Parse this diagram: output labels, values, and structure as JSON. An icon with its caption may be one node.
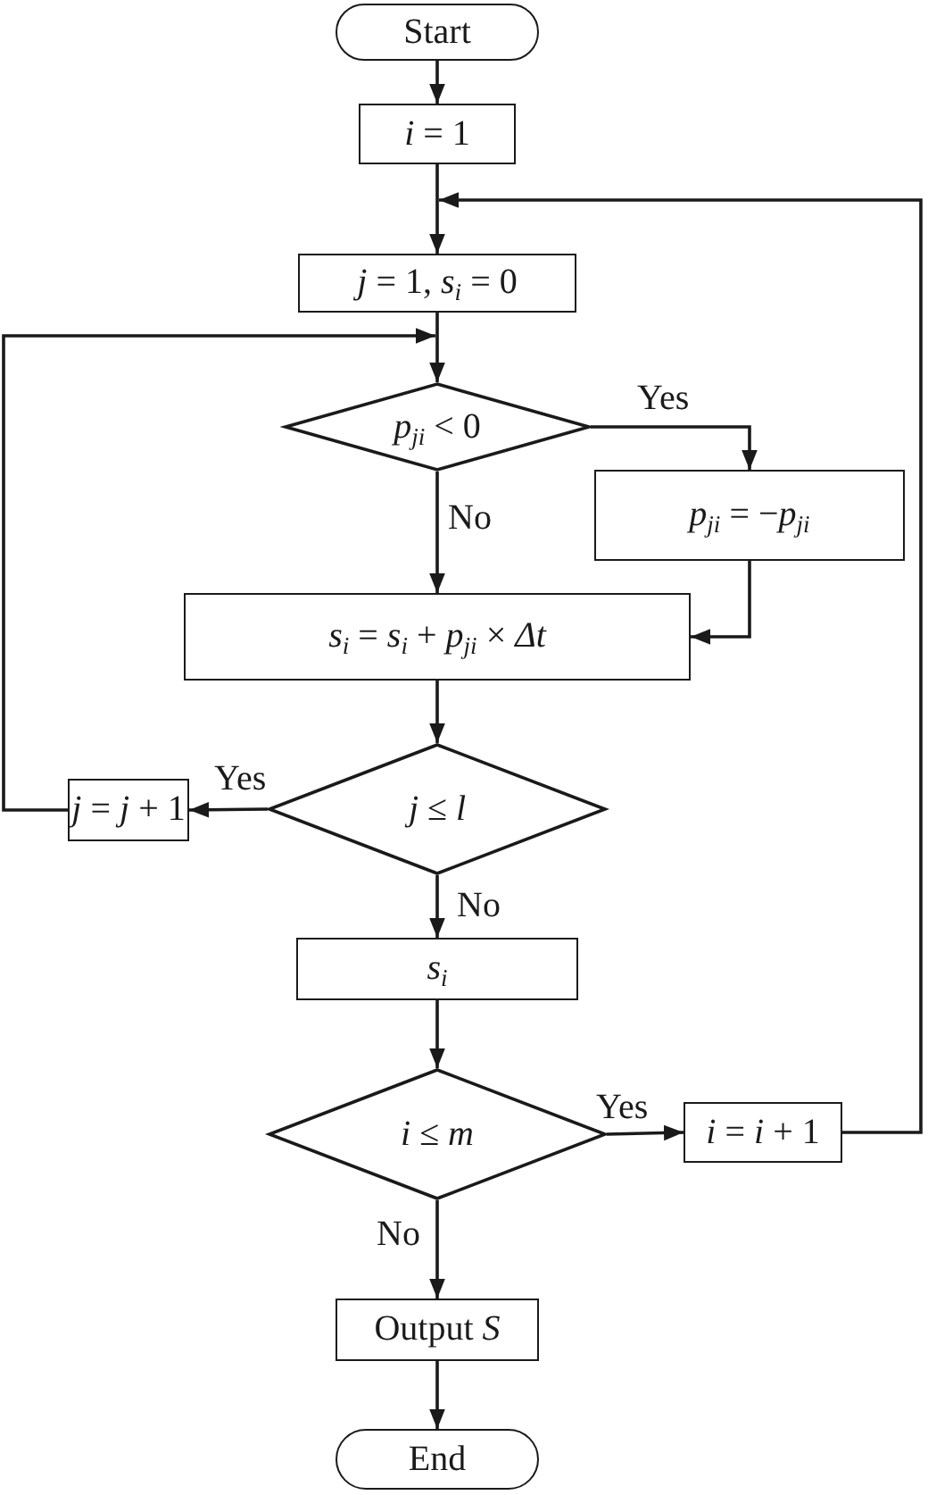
{
  "diagram": {
    "nodes": [
      {
        "text": [
          "Start"
        ]
      },
      {
        "text": [
          "*i* = 1"
        ]
      },
      {
        "text": [
          "*j* = 1, *s*$_{i}$ = 0"
        ]
      },
      {
        "text": [
          "*p*$_{ji}$ < 0"
        ]
      },
      {
        "text": [
          "*p*$_{ji}$ = −*p*$_{ji}$"
        ]
      },
      {
        "text": [
          "*s*$_{i}$ = *s*$_{i}$ + *p*$_{ji}$ × *Δt*"
        ]
      },
      {
        "text": [
          "*j* ≤ *l*"
        ]
      },
      {
        "text": [
          "*j* = *j* + 1"
        ]
      },
      {
        "text": [
          "*s*$_{i}$"
        ]
      },
      {
        "text": [
          "*i* ≤ *m*"
        ]
      },
      {
        "text": [
          "*i* = *i* + 1"
        ]
      },
      {
        "text": [
          "Output *S*"
        ]
      },
      {
        "text": [
          "End"
        ]
      }
    ],
    "edges": [
      {
        "from": 0,
        "to": 1,
        "arrow": "to"
      },
      {
        "from": 1,
        "to": 2,
        "arrow": "to"
      },
      {
        "from": 2,
        "to": 3,
        "arrow": "to"
      },
      {
        "from": 3,
        "to": 4,
        "arrow": "to",
        "label": "Yes"
      },
      {
        "from": 3,
        "to": 5,
        "arrow": "to",
        "label": "No"
      },
      {
        "from": 4,
        "to": 5,
        "arrow": "to"
      },
      {
        "from": 5,
        "to": 6,
        "arrow": "to"
      },
      {
        "from": 6,
        "to": 7,
        "arrow": "to",
        "label": "Yes"
      },
      {
        "from": 7,
        "to": 3,
        "arrow": "to"
      },
      {
        "from": 6,
        "to": 8,
        "arrow": "to",
        "label": "No"
      },
      {
        "from": 8,
        "to": 9,
        "arrow": "to"
      },
      {
        "from": 9,
        "to": 10,
        "arrow": "to",
        "label": "Yes"
      },
      {
        "from": 10,
        "to": 2,
        "arrow": "to"
      },
      {
        "from": 9,
        "to": 11,
        "arrow": "to",
        "label": "No"
      },
      {
        "from": 11,
        "to": 12,
        "arrow": "to"
      }
    ]
  }
}
